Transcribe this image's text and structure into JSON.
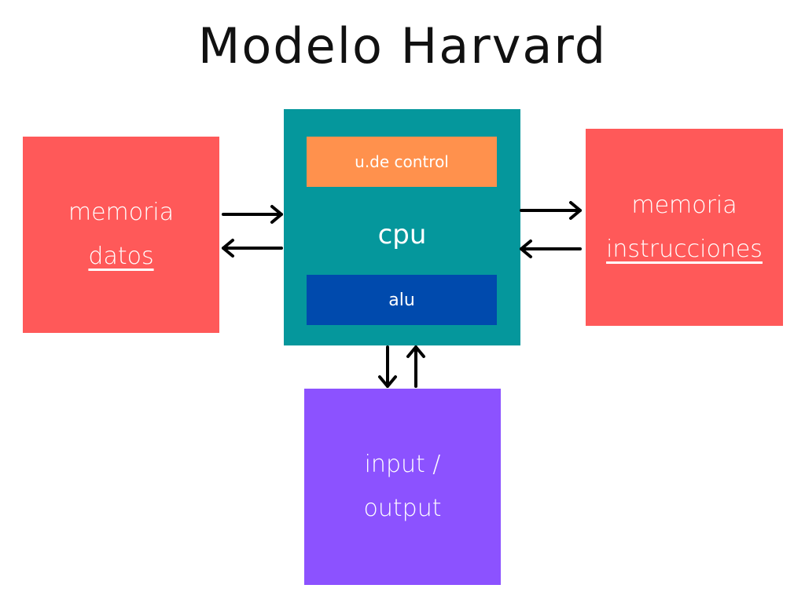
{
  "title": "Modelo Harvard",
  "memoria_datos": {
    "line1": "memoria",
    "line2": "datos"
  },
  "memoria_instrucciones": {
    "line1": "memoria",
    "line2": "instrucciones"
  },
  "cpu": {
    "label": "cpu",
    "unidad_control": "u.de control",
    "alu": "alu"
  },
  "io": {
    "line1": "input /",
    "line2": "output"
  },
  "colors": {
    "memoria": "#ff5959",
    "cpu": "#05979c",
    "unidad_control": "#ff914d",
    "alu": "#004aad",
    "io": "#8c52ff"
  }
}
